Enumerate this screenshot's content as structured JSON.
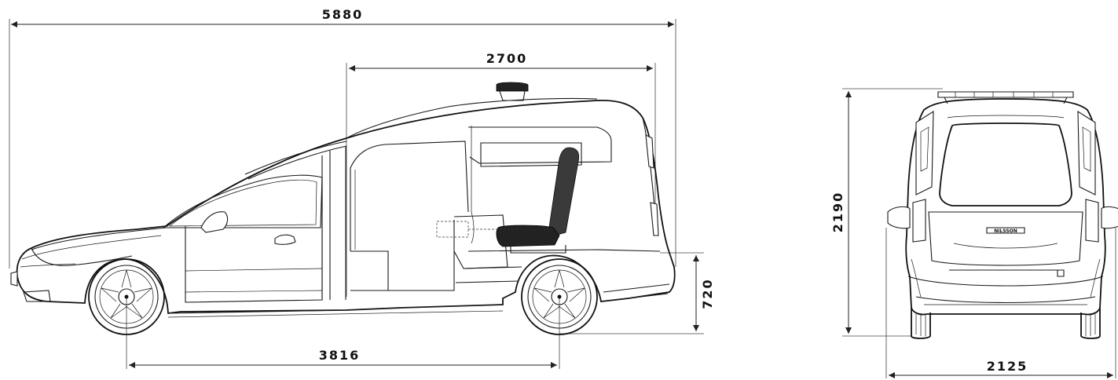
{
  "dimensions": {
    "overall_length": "5880",
    "interior_length": "2700",
    "wheelbase": "3816",
    "floor_height": "720",
    "overall_height": "2190",
    "overall_width": "2125"
  },
  "rear_badge": "NILSSON"
}
